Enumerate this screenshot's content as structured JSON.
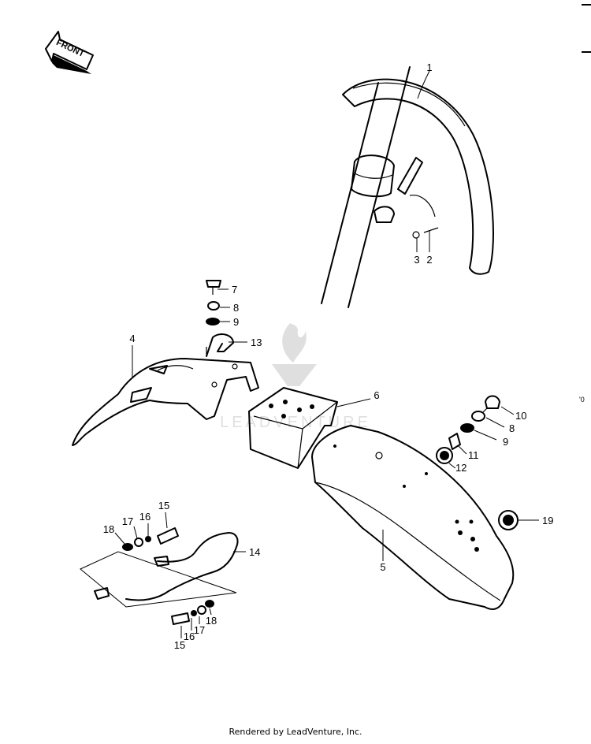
{
  "front_badge": {
    "text": "FRONT"
  },
  "watermark": {
    "text": "LEADVENTURE"
  },
  "footer": {
    "text": "Rendered by LeadVenture, Inc."
  },
  "stray": {
    "text": "'0"
  },
  "callouts": [
    {
      "key": "1",
      "text": "1"
    },
    {
      "key": "2",
      "text": "2"
    },
    {
      "key": "3",
      "text": "3"
    },
    {
      "key": "4",
      "text": "4"
    },
    {
      "key": "5",
      "text": "5"
    },
    {
      "key": "6",
      "text": "6"
    },
    {
      "key": "7",
      "text": "7"
    },
    {
      "key": "8a",
      "text": "8"
    },
    {
      "key": "9a",
      "text": "9"
    },
    {
      "key": "13",
      "text": "13"
    },
    {
      "key": "10",
      "text": "10"
    },
    {
      "key": "8b",
      "text": "8"
    },
    {
      "key": "9b",
      "text": "9"
    },
    {
      "key": "11",
      "text": "11"
    },
    {
      "key": "12",
      "text": "12"
    },
    {
      "key": "19",
      "text": "19"
    },
    {
      "key": "14",
      "text": "14"
    },
    {
      "key": "15a",
      "text": "15"
    },
    {
      "key": "16a",
      "text": "16"
    },
    {
      "key": "17a",
      "text": "17"
    },
    {
      "key": "18a",
      "text": "18"
    },
    {
      "key": "15b",
      "text": "15"
    },
    {
      "key": "16b",
      "text": "16"
    },
    {
      "key": "17b",
      "text": "17"
    },
    {
      "key": "18b",
      "text": "18"
    }
  ]
}
